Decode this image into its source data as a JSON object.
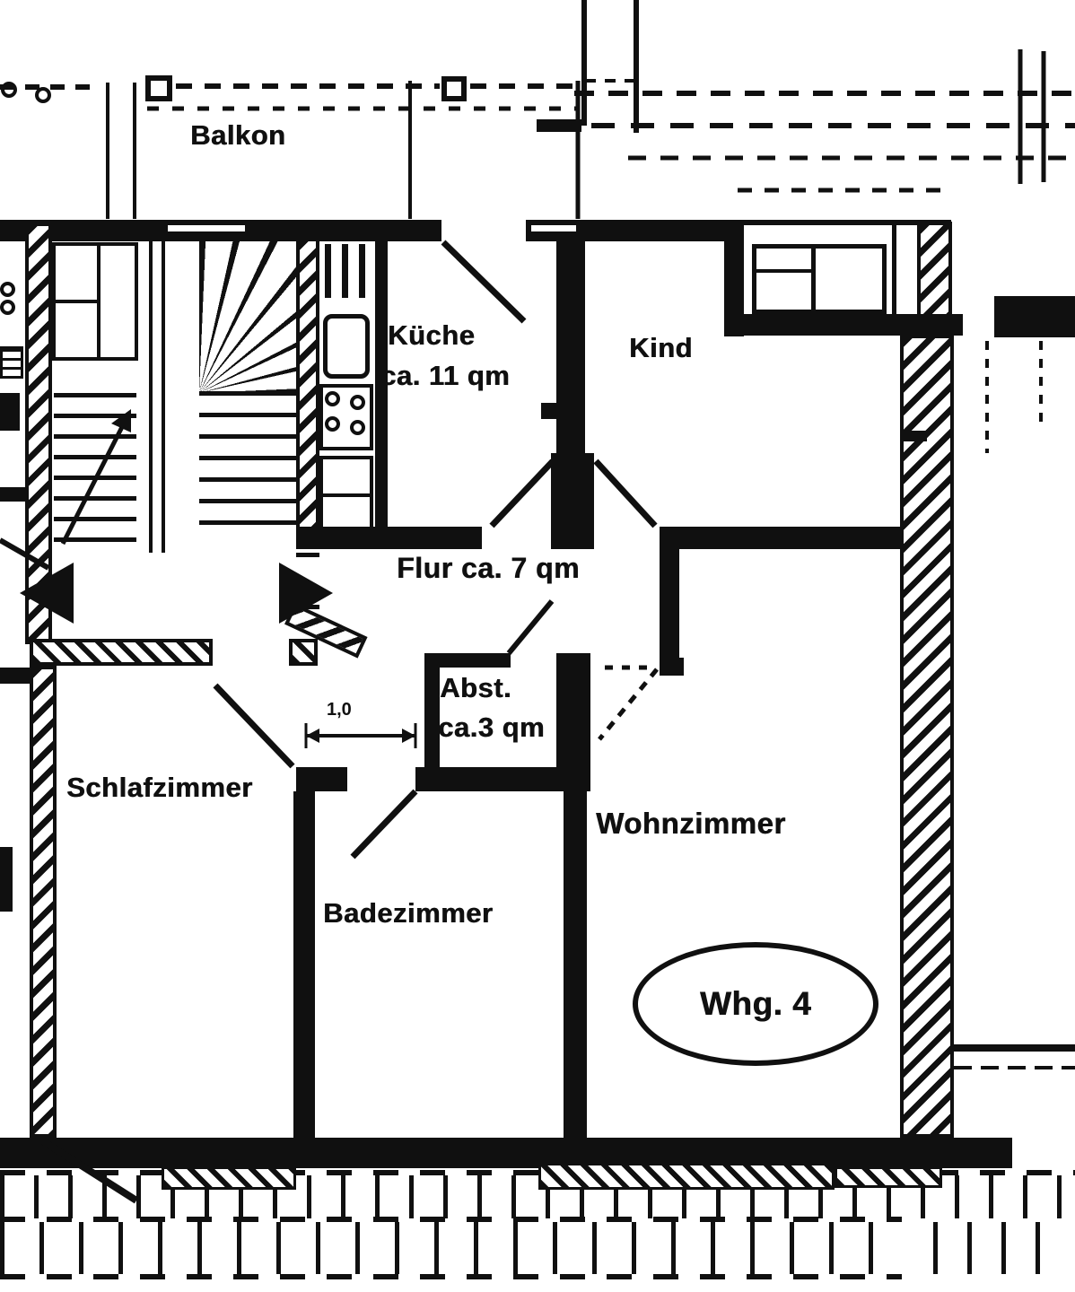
{
  "colors": {
    "ink": "#101010",
    "paper": "#ffffff"
  },
  "rooms": {
    "balkon": {
      "label": "Balkon"
    },
    "kueche": {
      "label": "Küche",
      "area": "ca. 11 qm"
    },
    "kind": {
      "label": "Kind"
    },
    "flur": {
      "label": "Flur ca. 7 qm"
    },
    "abstellraum": {
      "label": "Abst.",
      "area": "ca.3 qm"
    },
    "schlafzimmer": {
      "label": "Schlafzimmer"
    },
    "badezimmer": {
      "label": "Badezimmer"
    },
    "wohnzimmer": {
      "label": "Wohnzimmer"
    }
  },
  "annotations": {
    "unit_badge": "Whg. 4",
    "door_width_dimension": "1,0"
  }
}
